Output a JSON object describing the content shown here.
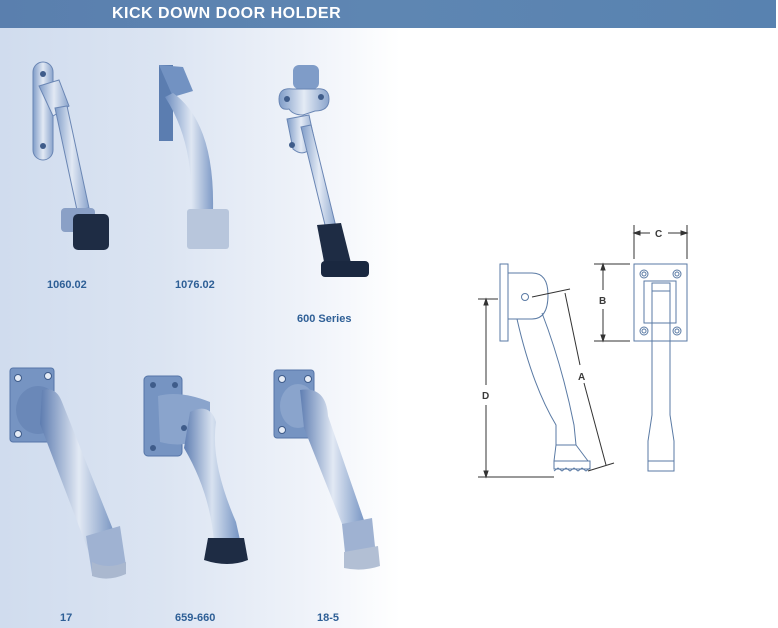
{
  "header": {
    "title": "KICK DOWN DOOR HOLDER",
    "color": "#5a82b0"
  },
  "products": [
    {
      "model": "1060.02",
      "finish": "satin",
      "foot": "black-rubber"
    },
    {
      "model": "1076.02",
      "finish": "satin",
      "foot": "grey-rubber"
    },
    {
      "model": "600 Series",
      "finish": "satin",
      "foot": "black-rubber"
    },
    {
      "model": "17",
      "finish": "satin",
      "foot": "grey-rubber"
    },
    {
      "model": "659-660",
      "finish": "satin",
      "foot": "black-rubber"
    },
    {
      "model": "18-5",
      "finish": "satin",
      "foot": "grey-rubber"
    }
  ],
  "diagram": {
    "dimensions": {
      "a": "A",
      "b": "B",
      "c": "C",
      "d": "D"
    }
  },
  "colors": {
    "label_text": "#2e5f96",
    "gradient_left": "#d0dcee",
    "metal_light": "#c8d4e6",
    "metal_dark": "#5a78a8",
    "rubber_dark": "#1e2c44",
    "rubber_grey": "#a8b6cc"
  }
}
